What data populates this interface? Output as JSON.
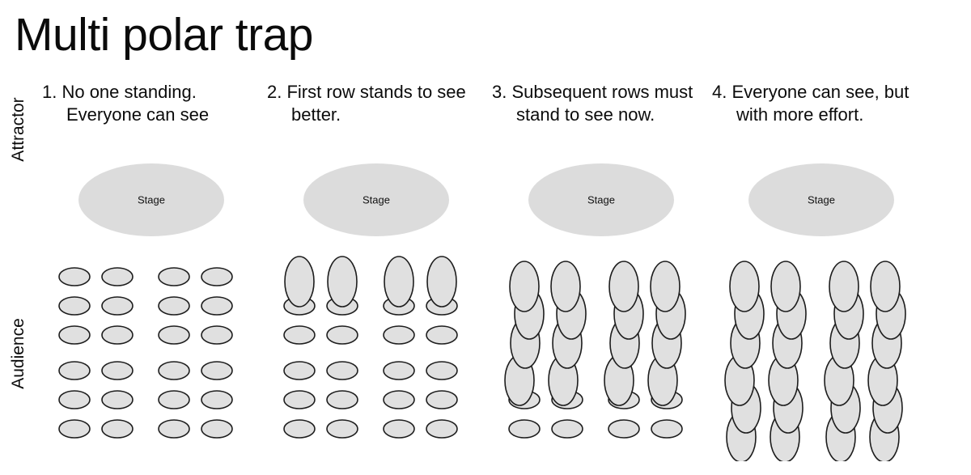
{
  "title": "Multi polar trap",
  "axes": {
    "top_label": "Attractor",
    "bottom_label": "Audience"
  },
  "stage_label": "Stage",
  "colors": {
    "background": "#ffffff",
    "text": "#0b0b0b",
    "stage_fill": "#dcdcdc",
    "person_fill": "#e0e0e0",
    "person_stroke": "#1d1d1d"
  },
  "diagram": {
    "type": "multi-panel-sequence",
    "panel_count": 4,
    "rows_per_panel": 6,
    "columns_per_panel": 4,
    "column_groups": 2,
    "seat_shape_sitting": "horizontal-ellipse",
    "seat_shape_standing": "vertical-ellipse"
  },
  "panels": [
    {
      "number": "1.",
      "heading": "1. No one standing. Everyone can see",
      "stage_label": "Stage",
      "standing_rows": [],
      "sitting_rows": [
        1,
        2,
        3,
        4,
        5,
        6
      ],
      "summary": "No one standing. Everyone can see"
    },
    {
      "number": "2.",
      "heading": "2. First row stands to see better.",
      "stage_label": "Stage",
      "standing_rows": [
        1
      ],
      "sitting_rows": [
        2,
        3,
        4,
        5,
        6
      ],
      "summary": "First row stands to see better."
    },
    {
      "number": "3.",
      "heading": "3. Subsequent rows must stand to see now.",
      "stage_label": "Stage",
      "standing_rows": [
        1,
        2,
        3,
        4
      ],
      "sitting_rows": [
        5,
        6
      ],
      "summary": "Subsequent rows must stand to see now."
    },
    {
      "number": "4.",
      "heading": "4. Everyone can see, but with more effort.",
      "stage_label": "Stage",
      "standing_rows": [
        1,
        2,
        3,
        4,
        5,
        6
      ],
      "sitting_rows": [],
      "summary": "Everyone can see, but with more effort."
    }
  ]
}
